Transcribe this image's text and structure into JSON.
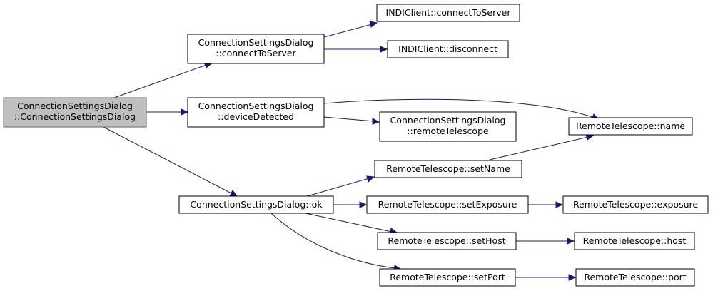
{
  "graph": {
    "nodes": {
      "csd_ctor": {
        "lines": [
          "ConnectionSettingsDialog",
          "::ConnectionSettingsDialog"
        ]
      },
      "csd_connect": {
        "lines": [
          "ConnectionSettingsDialog",
          "::connectToServer"
        ]
      },
      "csd_device": {
        "lines": [
          "ConnectionSettingsDialog",
          "::deviceDetected"
        ]
      },
      "csd_ok": {
        "lines": [
          "ConnectionSettingsDialog::ok"
        ]
      },
      "indi_connect": {
        "lines": [
          "INDIClient::connectToServer"
        ]
      },
      "indi_disconnect": {
        "lines": [
          "INDIClient::disconnect"
        ]
      },
      "csd_remote": {
        "lines": [
          "ConnectionSettingsDialog",
          "::remoteTelescope"
        ]
      },
      "rt_name": {
        "lines": [
          "RemoteTelescope::name"
        ]
      },
      "rt_setname": {
        "lines": [
          "RemoteTelescope::setName"
        ]
      },
      "rt_setexposure": {
        "lines": [
          "RemoteTelescope::setExposure"
        ]
      },
      "rt_exposure": {
        "lines": [
          "RemoteTelescope::exposure"
        ]
      },
      "rt_sethost": {
        "lines": [
          "RemoteTelescope::setHost"
        ]
      },
      "rt_host": {
        "lines": [
          "RemoteTelescope::host"
        ]
      },
      "rt_setport": {
        "lines": [
          "RemoteTelescope::setPort"
        ]
      },
      "rt_port": {
        "lines": [
          "RemoteTelescope::port"
        ]
      }
    },
    "edges": [
      {
        "from": "csd_ctor",
        "to": "csd_connect"
      },
      {
        "from": "csd_ctor",
        "to": "csd_device"
      },
      {
        "from": "csd_ctor",
        "to": "csd_ok"
      },
      {
        "from": "csd_connect",
        "to": "indi_connect"
      },
      {
        "from": "csd_connect",
        "to": "indi_disconnect"
      },
      {
        "from": "csd_device",
        "to": "rt_name"
      },
      {
        "from": "csd_device",
        "to": "csd_remote"
      },
      {
        "from": "csd_ok",
        "to": "rt_setname"
      },
      {
        "from": "csd_ok",
        "to": "rt_setexposure"
      },
      {
        "from": "csd_ok",
        "to": "rt_sethost"
      },
      {
        "from": "csd_ok",
        "to": "rt_setport"
      },
      {
        "from": "rt_setname",
        "to": "rt_name"
      },
      {
        "from": "rt_setexposure",
        "to": "rt_exposure"
      },
      {
        "from": "rt_sethost",
        "to": "rt_host"
      },
      {
        "from": "rt_setport",
        "to": "rt_port"
      }
    ]
  },
  "colors": {
    "edge": "#191970",
    "root_fill": "#bfbfbf",
    "node_fill": "#ffffff",
    "node_border": "#000000"
  }
}
